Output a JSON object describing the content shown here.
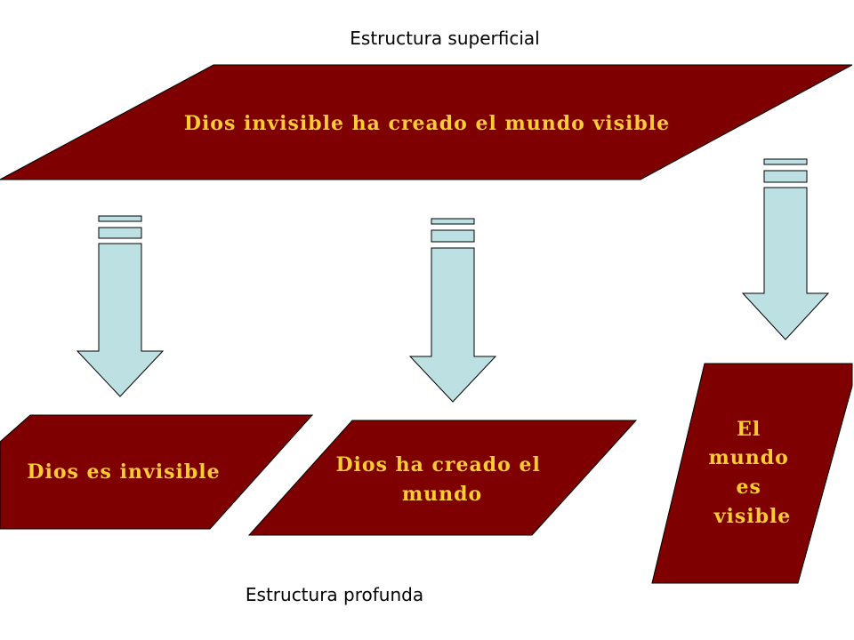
{
  "colors": {
    "shape_fill": "#7f0000",
    "shape_stroke": "#000000",
    "shape_text": "#ffcc33",
    "arrow_fill": "#bde0e3",
    "arrow_stroke": "#000000",
    "background": "#ffffff"
  },
  "labels": {
    "surface_heading": "Estructura superficial",
    "deep_heading": "Estructura profunda"
  },
  "surface_sentence": "Dios invisible ha creado el mundo visible",
  "deep_sentences": {
    "left": "Dios es invisible",
    "middle": [
      "Dios ha creado el",
      "mundo"
    ],
    "right": [
      "El",
      "mundo",
      "es",
      "visible"
    ]
  }
}
